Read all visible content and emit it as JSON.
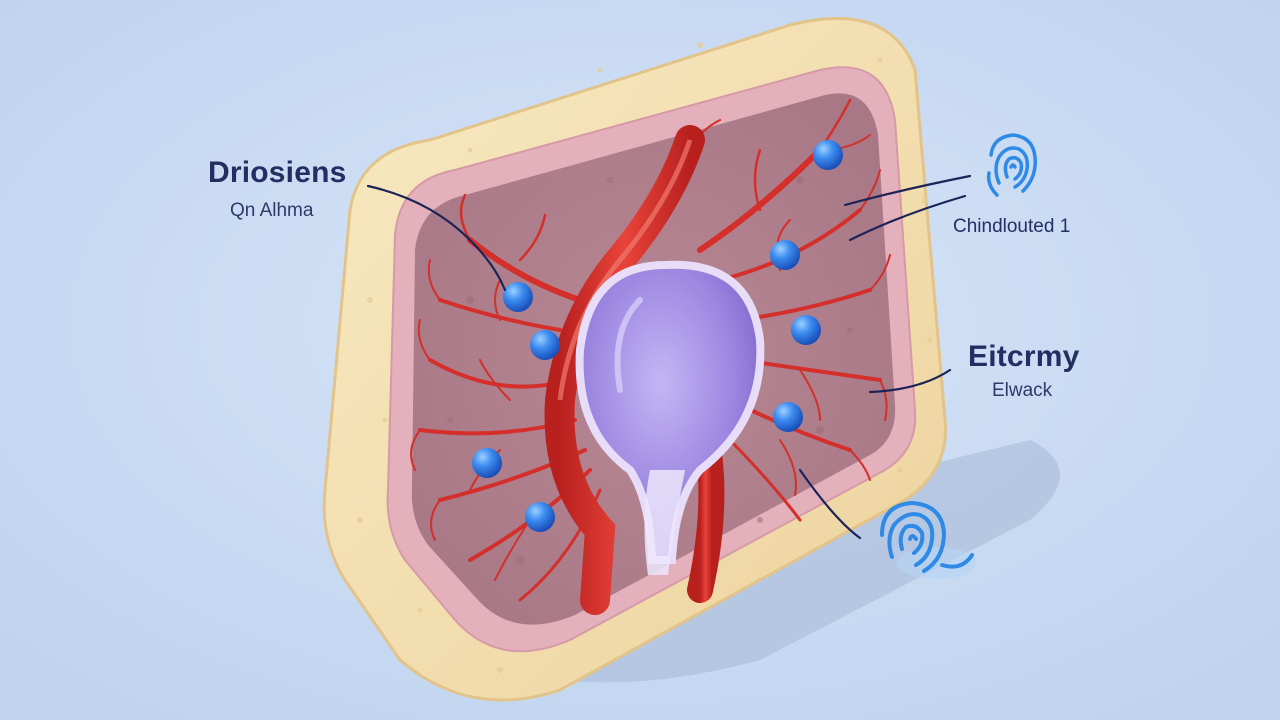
{
  "labels": {
    "top_left_title": "Driosiens",
    "top_left_subtitle": "Qn Alhma",
    "top_right": "Chindlouted 1",
    "mid_right_title": "Eitcrmy",
    "mid_right_subtitle": "Elwack"
  },
  "colors": {
    "background": "#c9dbf3",
    "tissue_border": "#f3dfae",
    "tissue_inner": "#b98a96",
    "vessel": "#d9332e",
    "sac": "#a892e8",
    "particle": "#2f78e0",
    "leader_line": "#1c2457",
    "fingerprint_icon": "#2f8ae6"
  },
  "icons": [
    "fingerprint-icon",
    "fingerprint-icon"
  ]
}
